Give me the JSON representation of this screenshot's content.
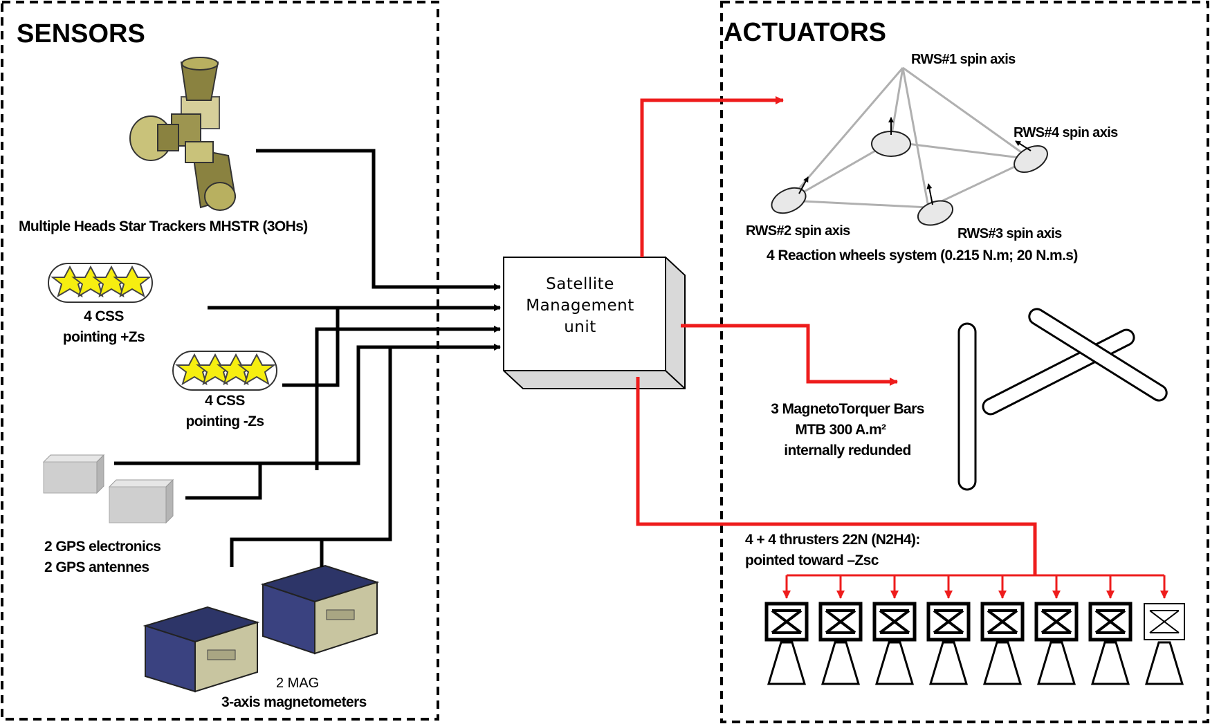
{
  "sensors": {
    "title": "SENSORS",
    "star_tracker_label": "Multiple Heads Star Trackers MHSTR (3OHs)",
    "css_plus": {
      "line1": "4 CSS",
      "line2": "pointing +Zs"
    },
    "css_minus": {
      "line1": "4 CSS",
      "line2": "pointing -Zs"
    },
    "gps": {
      "line1": "2 GPS electronics",
      "line2": "2 GPS antennes"
    },
    "mag": {
      "line1": "2 MAG",
      "line2": "3-axis magnetometers"
    }
  },
  "center_unit": {
    "line1": "Satellite",
    "line2": "Management",
    "line3": "unit"
  },
  "actuators": {
    "title": "ACTUATORS",
    "rw1": "RWS#1 spin axis",
    "rw2": "RWS#2 spin axis",
    "rw3": "RWS#3 spin axis",
    "rw4": "RWS#4 spin axis",
    "rw_system": "4 Reaction wheels system (0.215 N.m; 20 N.m.s)",
    "mtb": {
      "line1": "3 MagnetoTorquer Bars",
      "line2": "MTB 300 A.m²",
      "line3": "internally redunded"
    },
    "thrusters": {
      "line1": "4 + 4 thrusters 22N (N2H4):",
      "line2": "pointed toward –Zsc",
      "count": 8
    }
  },
  "colors": {
    "sensor_lines": "#000000",
    "actuator_lines": "#ee1c1c",
    "star_fill": "#f6ee10",
    "wheel_fill": "#e8e8e8",
    "box_face": "#ffffff",
    "box_side": "#d9d9d9"
  }
}
